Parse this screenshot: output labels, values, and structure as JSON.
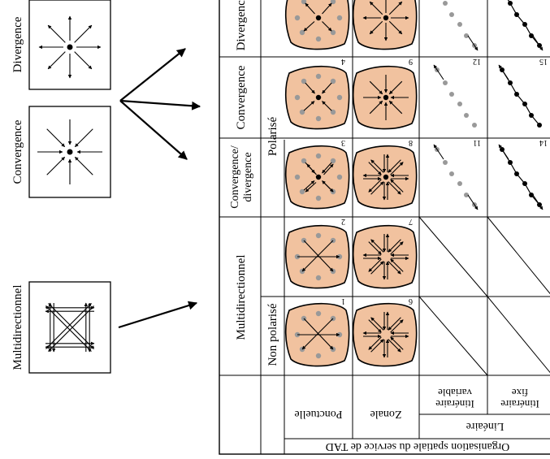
{
  "legend": {
    "divergence": "Divergence",
    "convergence": "Convergence",
    "multidirectionnel": "Multidirectionnel"
  },
  "table": {
    "col_headers": {
      "multidirectionnel": "Multidirectionnel",
      "convergence_divergence_1": "Convergence/",
      "convergence_divergence_2": "divergence",
      "convergence": "Convergence",
      "divergence": "Divergence",
      "non_polarise": "Non polarisé",
      "polarise": "Polarisé"
    },
    "row_headers": {
      "ponctuelle": "Ponctuelle",
      "zonale": "Zonale",
      "lineaire": "Linéaire",
      "itineraire_variable_1": "Itinéraire",
      "itineraire_variable_2": "variable",
      "itineraire_fixe_1": "Itinéraire",
      "itineraire_fixe_2": "fixe",
      "organisation": "Organisation spatiale du service de TAD"
    },
    "cell_numbers": [
      "1",
      "2",
      "3",
      "4",
      "6",
      "7",
      "8",
      "9",
      "11",
      "12",
      "14",
      "15"
    ],
    "colors": {
      "zone_fill": "#f1c29f",
      "stop_gray": "#999999"
    }
  }
}
